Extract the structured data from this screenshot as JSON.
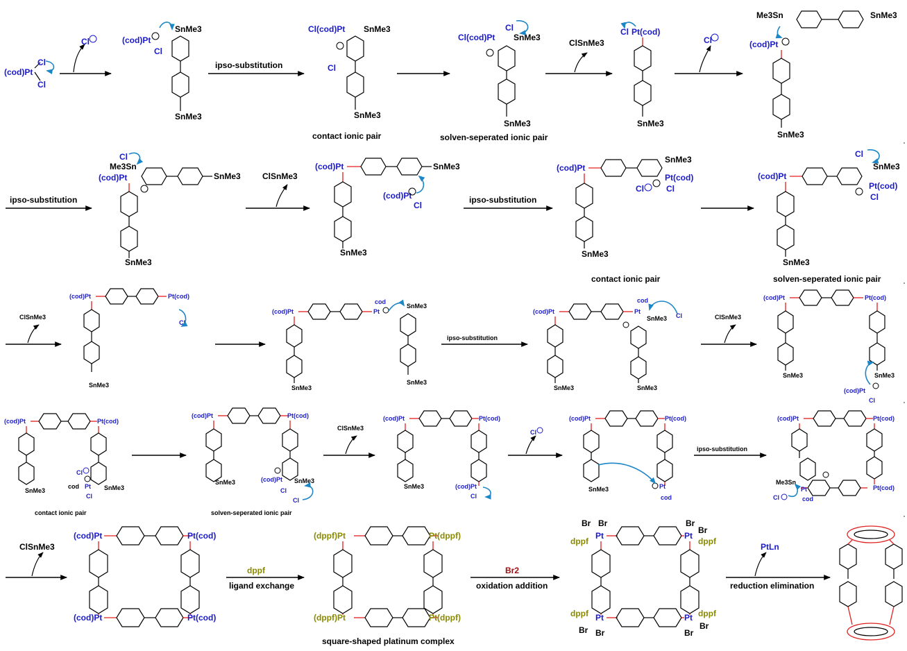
{
  "colors": {
    "metal": "#1a1ad0",
    "new_bond": "#e0201f",
    "curly_arrow": "#1d86c6",
    "dppf": "#8a8a00",
    "br2": "#9b1010"
  },
  "labels": {
    "ipso": "ipso-substitution",
    "contact": "contact ionic pair",
    "solvent": "solven-seperated ionic pair",
    "ligand_exchange": "ligand exchange",
    "oxidation": "oxidation addition",
    "reduction": "reduction elimination",
    "square_complex": "square-shaped platinum complex",
    "clsnme3": "ClSnMe3",
    "cl_minus": "Cl",
    "dppf": "dppf",
    "br2": "Br2",
    "ptln": "PtLn",
    "cod_pt": "(cod)Pt",
    "pt_cod": "Pt(cod)",
    "dppf_pt": "(dppf)Pt",
    "pt_dppf": "Pt(dppf)",
    "cl_cod_pt": "Cl(cod)Pt",
    "snme3": "SnMe3",
    "me3sn": "Me3Sn",
    "cl": "Cl",
    "br": "Br",
    "cod": "cod",
    "pt": "Pt"
  }
}
